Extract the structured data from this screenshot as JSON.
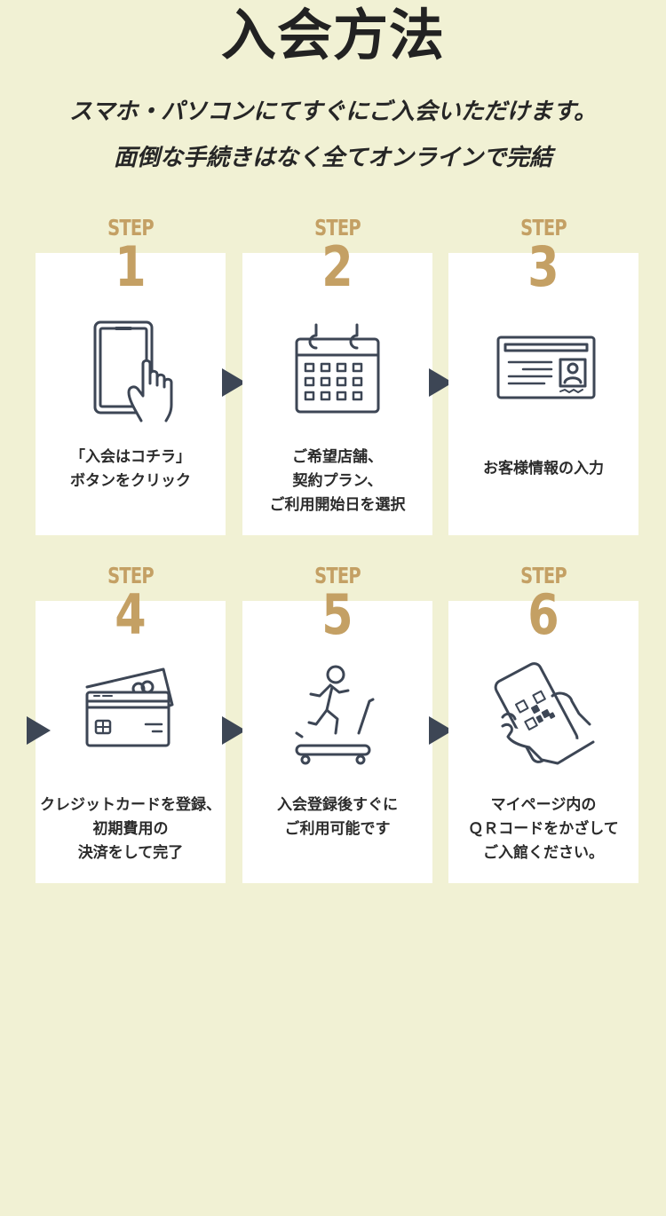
{
  "header": {
    "title": "入会方法",
    "subtitle_line1": "スマホ・パソコンにてすぐにご入会いただけます。",
    "subtitle_line2": "面倒な手続きはなく全てオンラインで完結"
  },
  "colors": {
    "background": "#f1f1d4",
    "step_accent": "#c4a064",
    "icon_stroke": "#3d4655",
    "arrow": "#3d4655",
    "card": "#ffffff"
  },
  "steps": [
    {
      "step_label": "STEP",
      "number": "1",
      "icon": "smartphone-tap-icon",
      "caption": "「入会はコチラ」\nボタンをクリック"
    },
    {
      "step_label": "STEP",
      "number": "2",
      "icon": "calendar-icon",
      "caption": "ご希望店舗、\n契約プラン、\nご利用開始日を選択"
    },
    {
      "step_label": "STEP",
      "number": "3",
      "icon": "id-card-icon",
      "caption": "お客様情報の入力"
    },
    {
      "step_label": "STEP",
      "number": "4",
      "icon": "credit-card-icon",
      "caption": "クレジットカードを登録、\n初期費用の\n決済をして完了"
    },
    {
      "step_label": "STEP",
      "number": "5",
      "icon": "treadmill-runner-icon",
      "caption": "入会登録後すぐに\nご利用可能です"
    },
    {
      "step_label": "STEP",
      "number": "6",
      "icon": "qr-code-phone-icon",
      "caption": "マイページ内の\nＱＲコードをかざして\nご入館ください。"
    }
  ]
}
